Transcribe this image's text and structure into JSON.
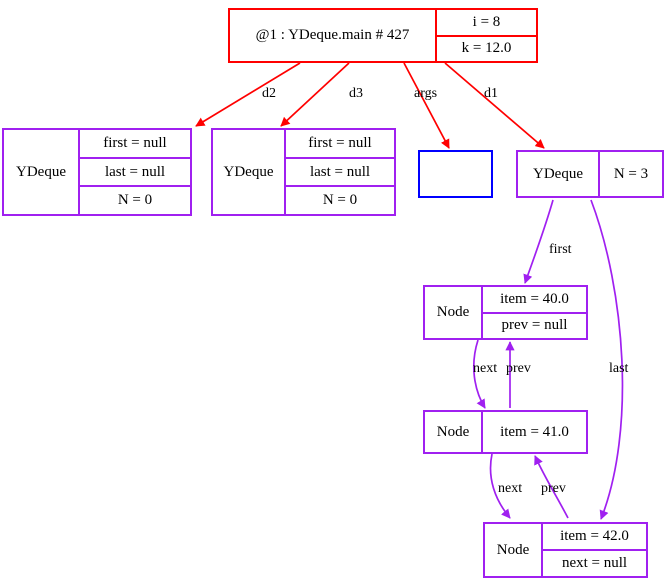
{
  "diagram": {
    "title": "object-reference-diagram",
    "colors": {
      "stack_frame_border": "#ff0000",
      "object_border": "#a020f0",
      "array_border": "#0000ff",
      "reference_edge_red": "#ff0000",
      "reference_edge_purple": "#a020f0",
      "text": "#000000",
      "background": "#ffffff"
    }
  },
  "stack_frame": {
    "name": "@1 : YDeque.main # 427",
    "locals": [
      {
        "label": "i = 8"
      },
      {
        "label": "k = 12.0"
      }
    ]
  },
  "objects": {
    "deque_d2": {
      "type": "YDeque",
      "fields": [
        {
          "label": "first = null"
        },
        {
          "label": "last = null"
        },
        {
          "label": "N = 0"
        }
      ]
    },
    "deque_d3": {
      "type": "YDeque",
      "fields": [
        {
          "label": "first = null"
        },
        {
          "label": "last = null"
        },
        {
          "label": "N = 0"
        }
      ]
    },
    "args_array": {
      "type": "",
      "fields": []
    },
    "deque_d1": {
      "type": "YDeque",
      "fields": [
        {
          "label": "N = 3"
        }
      ]
    },
    "node_40": {
      "type": "Node",
      "fields": [
        {
          "label": "item = 40.0"
        },
        {
          "label": "prev = null"
        }
      ]
    },
    "node_41": {
      "type": "Node",
      "fields": [
        {
          "label": "item = 41.0"
        }
      ]
    },
    "node_42": {
      "type": "Node",
      "fields": [
        {
          "label": "item = 42.0"
        },
        {
          "label": "next = null"
        }
      ]
    }
  },
  "edges": [
    {
      "name": "edge-d2",
      "label": "d2",
      "color": "#ff0000"
    },
    {
      "name": "edge-d3",
      "label": "d3",
      "color": "#ff0000"
    },
    {
      "name": "edge-args",
      "label": "args",
      "color": "#ff0000"
    },
    {
      "name": "edge-d1",
      "label": "d1",
      "color": "#ff0000"
    },
    {
      "name": "edge-first",
      "label": "first",
      "color": "#a020f0"
    },
    {
      "name": "edge-last",
      "label": "last",
      "color": "#a020f0"
    },
    {
      "name": "edge-next-40-41",
      "label": "next",
      "color": "#a020f0"
    },
    {
      "name": "edge-prev-41-40",
      "label": "prev",
      "color": "#a020f0"
    },
    {
      "name": "edge-next-41-42",
      "label": "next",
      "color": "#a020f0"
    },
    {
      "name": "edge-prev-42-41",
      "label": "prev",
      "color": "#a020f0"
    }
  ]
}
